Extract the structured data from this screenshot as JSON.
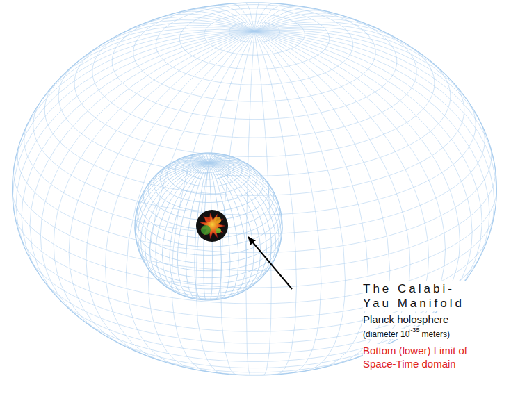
{
  "diagram": {
    "labels": [
      "The Calabi-Yau Manifold",
      "Planck holosphere",
      "(diameter 10",
      "-35",
      "meters)",
      "Bottom (lower) Limit of Space-Time domain"
    ]
  }
}
